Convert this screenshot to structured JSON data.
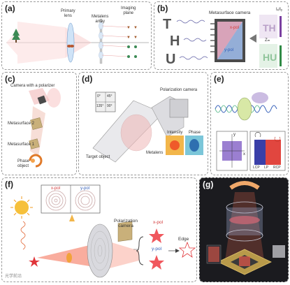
{
  "panel_labels": {
    "a": "(a)",
    "b": "(b)",
    "c": "(c)",
    "d": "(d)",
    "e": "(e)",
    "f": "(f)",
    "g": "(g)"
  },
  "panel_a": {
    "primary_lens": "Primary\nlens",
    "metalens_array": "Metalens\narray",
    "imaging_plane": "Imaging\nplane"
  },
  "panel_b": {
    "title": "Metasurface camera",
    "x_pol": "x-pol",
    "y_pol": "y-pol",
    "formula": "Iₓ/Iᵧ",
    "zm": "Zₘ",
    "letters": [
      "T",
      "H",
      "U"
    ]
  },
  "panel_c": {
    "camera": "Camera with a polarizer",
    "meta2": "Metasurface 2",
    "meta1": "Metasurface 1",
    "phase_object": "Phase\nobject"
  },
  "panel_d": {
    "polarization_camera": "Polarization camera",
    "metalens": "Metalens",
    "target_object": "Target object",
    "intensity": "Intensity",
    "phase": "Phase",
    "pixel_angles": [
      "0°",
      "45°",
      "135°",
      "90°"
    ]
  },
  "panel_e": {
    "axis_x": "x",
    "axis_y": "y",
    "lcp": "LCP",
    "lp": "LP",
    "rcp": "RCP"
  },
  "panel_f": {
    "x_pol": "x-pol",
    "y_pol": "y-pol",
    "polarization_camera": "Polarization\ncamera",
    "edge": "Edge"
  },
  "colors": {
    "accent_red": "#e0353a",
    "accent_blue": "#2f5bb7",
    "star_pink": "#f0575d",
    "beam_red": "#f46a4f"
  },
  "footer": {
    "watermark": "光学前沿"
  }
}
